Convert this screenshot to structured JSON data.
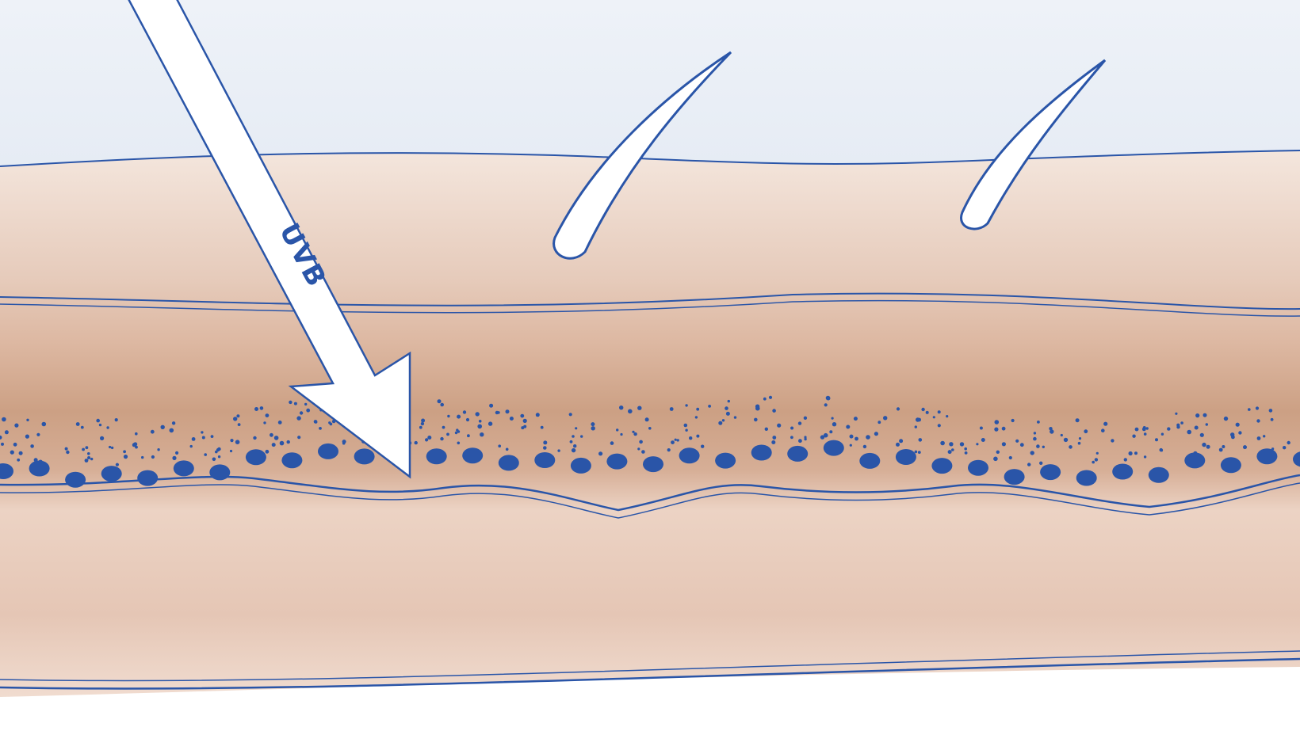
{
  "diagram": {
    "arrow_label": "UVB",
    "colors": {
      "sky_top": "#e9eef6",
      "sky_bottom": "#cfdaea",
      "skin_light": "#f3e3da",
      "skin_mid": "#e6cbbb",
      "skin_dark": "#cfa48a",
      "outline": "#2a55a8",
      "arrow_fill": "#ffffff"
    },
    "layers": [
      "sky",
      "epidermis-upper",
      "pigmented-layer",
      "basal-cell-layer",
      "dermis",
      "subcutaneous-boundary"
    ],
    "hair_count": 2,
    "basal_cell_count": 37
  }
}
